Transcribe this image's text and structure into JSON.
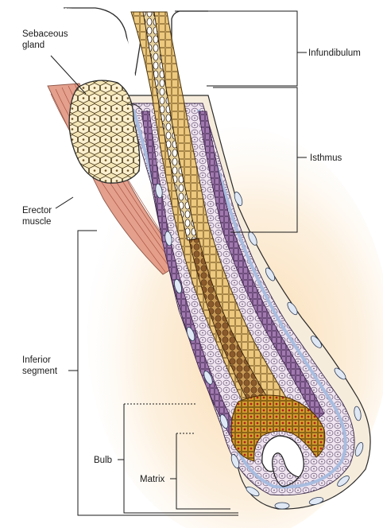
{
  "labels": {
    "sebaceous_gland": [
      "Sebaceous",
      "gland"
    ],
    "erector_muscle": [
      "Erector",
      "muscle"
    ],
    "inferior_segment": [
      "Inferior",
      "segment"
    ],
    "infundibulum": "Infundibulum",
    "isthmus": "Isthmus",
    "bulb": "Bulb",
    "matrix": "Matrix"
  },
  "colors": {
    "skin_glow": "#f7d9b0",
    "dermis_outline": "#2a2a2a",
    "outer_root_sheath": "#e8dbe8",
    "companion_layer": "#a8bde0",
    "inner_root_sheath": "#9a6aa6",
    "cortex": "#e6c47a",
    "medulla_keratinized": "#8b5a2b",
    "matrix_melanin": "#b8860b",
    "matrix_red": "#c0302a",
    "papilla": "#ffffff",
    "sebaceous_cells": "#f5e6b8",
    "muscle": "#d98a70"
  }
}
